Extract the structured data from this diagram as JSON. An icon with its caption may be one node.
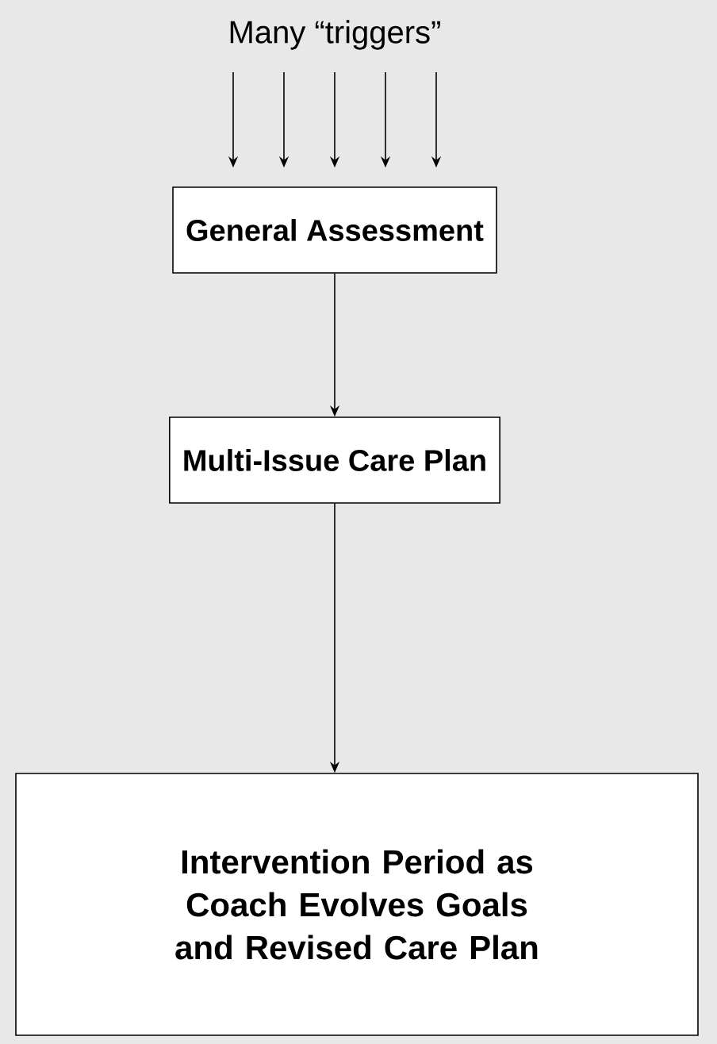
{
  "diagram": {
    "nodes": [
      {
        "text": [
          "Many “triggers”"
        ]
      },
      {
        "text": [
          "General Assessment"
        ]
      },
      {
        "text": [
          "Multi-Issue Care Plan"
        ]
      },
      {
        "text": [
          "Intervention Period as Coach Evolves Goals and Revised Care Plan"
        ]
      }
    ],
    "edges": [
      {
        "from": 0,
        "to": 1,
        "arrow": "to"
      },
      {
        "from": 0,
        "to": 1,
        "arrow": "to"
      },
      {
        "from": 0,
        "to": 1,
        "arrow": "to"
      },
      {
        "from": 0,
        "to": 1,
        "arrow": "to"
      },
      {
        "from": 0,
        "to": 1,
        "arrow": "to"
      },
      {
        "from": 1,
        "to": 2,
        "arrow": "to"
      },
      {
        "from": 2,
        "to": 3,
        "arrow": "to"
      }
    ]
  }
}
